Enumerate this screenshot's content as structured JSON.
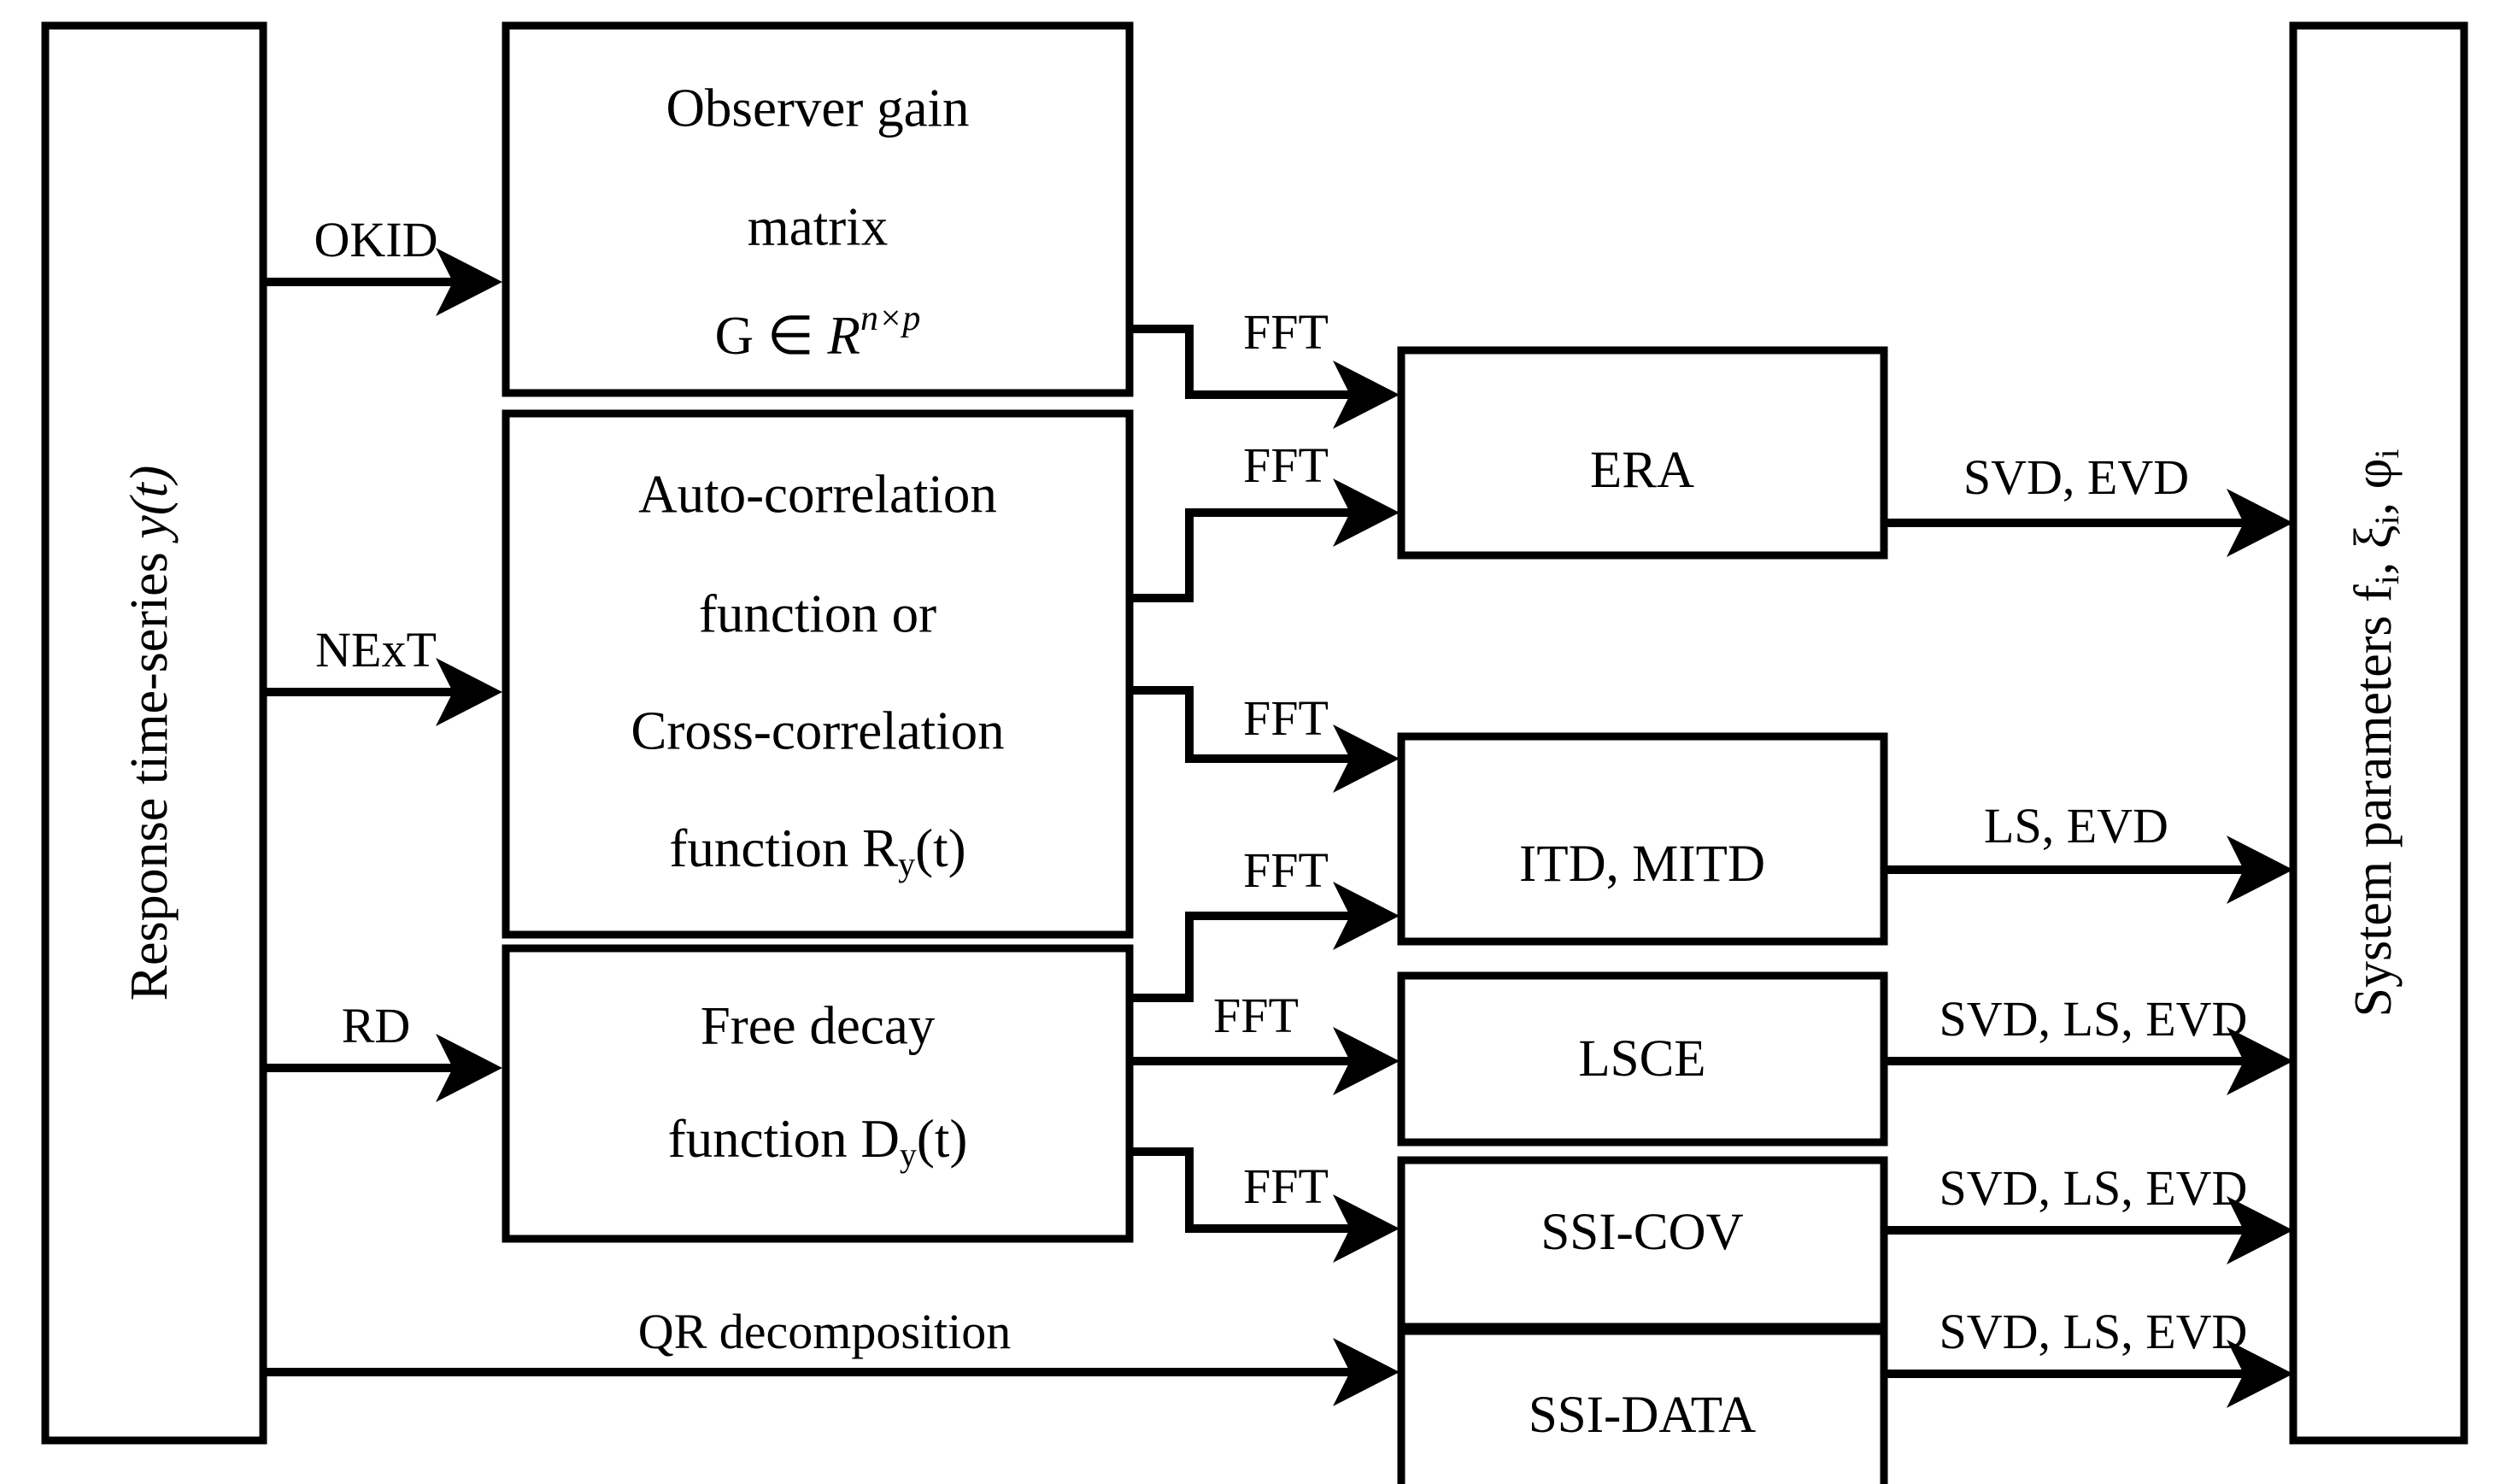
{
  "diagram": {
    "title": "System identification methods flowchart",
    "colors": {
      "stroke": "#000000",
      "background": "#ffffff",
      "text": "#000000"
    },
    "input_box": {
      "label_prefix": "Response time-series ",
      "label_math": "y(t)",
      "full_label": "Response time-series y(t)",
      "orientation": "vertical"
    },
    "output_box": {
      "label_prefix": "System parameters ",
      "param_1": "f",
      "param_1_sub": "i",
      "param_2": "ξ",
      "param_2_sub": "i",
      "param_3": "φ",
      "param_3_sub": "i",
      "full_label": "System parameters fᵢ, ξᵢ, φᵢ",
      "orientation": "vertical"
    },
    "stage1_boxes": [
      {
        "id": "observer-gain",
        "lines": [
          "Observer gain",
          "matrix"
        ],
        "formula_var": "G",
        "formula_rel": "∈",
        "formula_set": "R",
        "formula_exp": "n×p",
        "formula_full": "G ∈ R^{n×p}"
      },
      {
        "id": "correlation-function",
        "lines": [
          "Auto-correlation",
          "function or",
          "Cross-correlation"
        ],
        "last_line_prefix": "function  R",
        "last_line_sub": "y",
        "last_line_suffix": "(t)",
        "last_line_full": "function  Rᵧ(t)"
      },
      {
        "id": "free-decay",
        "lines": [
          "Free decay"
        ],
        "last_line_prefix": "function  D",
        "last_line_sub": "y",
        "last_line_suffix": "(t)",
        "last_line_full": "function  Dᵧ(t)"
      }
    ],
    "method_boxes": [
      {
        "id": "era",
        "label": "ERA"
      },
      {
        "id": "itd-mitd",
        "label": "ITD, MITD"
      },
      {
        "id": "lsce",
        "label": "LSCE"
      },
      {
        "id": "ssi-cov",
        "label": "SSI-COV"
      },
      {
        "id": "ssi-data",
        "label": "SSI-DATA"
      }
    ],
    "input_edges": [
      {
        "id": "okid",
        "label": "OKID"
      },
      {
        "id": "next",
        "label": "NExT"
      },
      {
        "id": "rd",
        "label": "RD"
      },
      {
        "id": "qr",
        "label": "QR decomposition"
      }
    ],
    "fft_edges": [
      {
        "id": "fft-1",
        "label": "FFT"
      },
      {
        "id": "fft-2",
        "label": "FFT"
      },
      {
        "id": "fft-3",
        "label": "FFT"
      },
      {
        "id": "fft-4",
        "label": "FFT"
      },
      {
        "id": "fft-5",
        "label": "FFT"
      },
      {
        "id": "fft-6",
        "label": "FFT"
      }
    ],
    "output_edges": [
      {
        "id": "out-era",
        "label": "SVD, EVD"
      },
      {
        "id": "out-itd",
        "label": "LS, EVD"
      },
      {
        "id": "out-lsce",
        "label": "SVD, LS, EVD"
      },
      {
        "id": "out-ssicov",
        "label": "SVD, LS, EVD"
      },
      {
        "id": "out-ssidata",
        "label": "SVD, LS, EVD"
      }
    ]
  }
}
